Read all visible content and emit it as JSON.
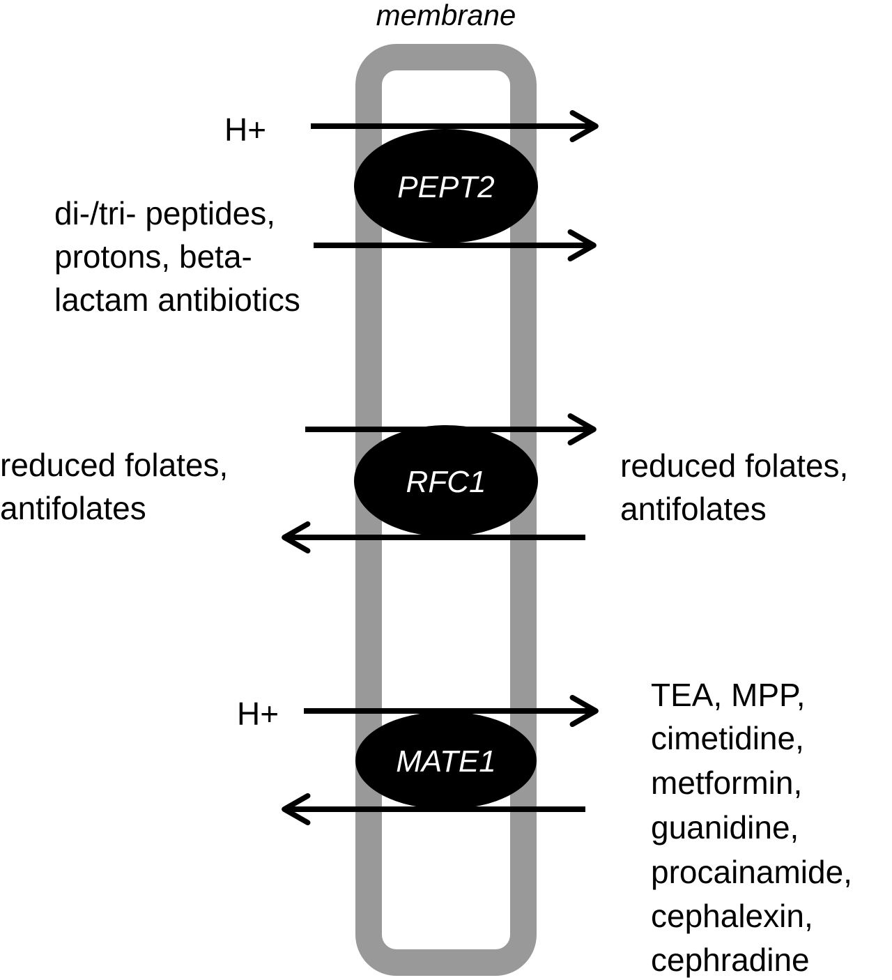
{
  "title": "membrane",
  "colors": {
    "membrane": "#999999",
    "transporter": "#000000",
    "arrow": "#000000"
  },
  "transporters": [
    {
      "name": "PEPT2",
      "left_labels": [
        "H+"
      ],
      "left_lower_lines": [
        "di-/tri- peptides,",
        "protons, beta-",
        "lactam antibiotics"
      ]
    },
    {
      "name": "RFC1",
      "left_lines": [
        "reduced folates,",
        "antifolates"
      ],
      "right_lines": [
        "reduced folates,",
        "antifolates"
      ]
    },
    {
      "name": "MATE1",
      "left_labels": [
        "H+"
      ],
      "right_lines": [
        "TEA, MPP,",
        "cimetidine,",
        "metformin,",
        "guanidine,",
        "procainamide,",
        "cephalexin,",
        "cephradine"
      ]
    }
  ]
}
